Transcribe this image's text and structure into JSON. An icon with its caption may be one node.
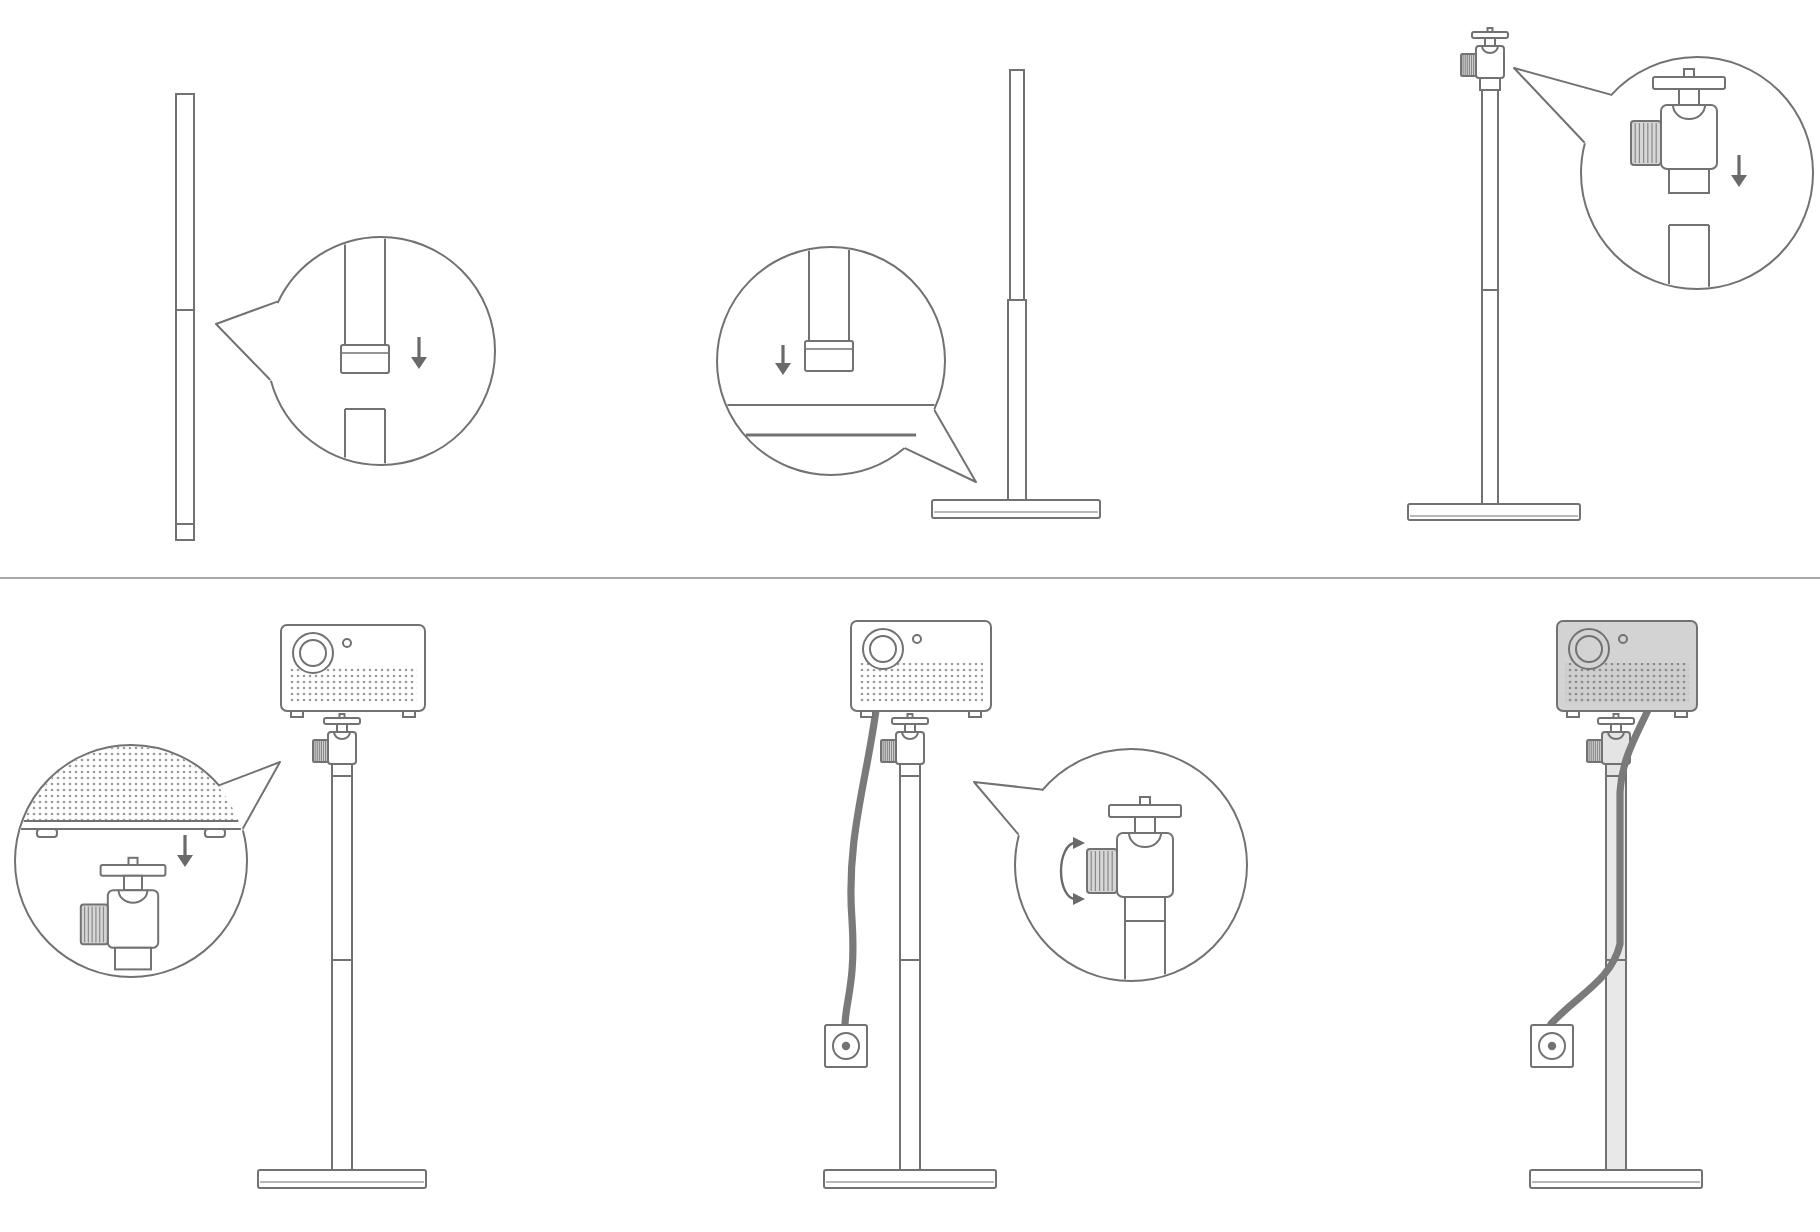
{
  "diagram": {
    "nodes": [
      {
        "text": [],
        "shape": "circle"
      },
      {
        "text": [],
        "shape": "circle"
      },
      {
        "text": [],
        "shape": "circle"
      },
      {
        "text": [],
        "shape": "picture"
      },
      {
        "text": [],
        "shape": "circle"
      },
      {
        "text": [],
        "shape": "picture"
      },
      {
        "text": [],
        "shape": "picture"
      },
      {
        "text": [],
        "shape": "circle"
      },
      {
        "text": [],
        "shape": "picture"
      },
      {
        "text": [],
        "shape": "picture"
      }
    ],
    "edges": [
      {
        "from": 0,
        "to": null,
        "arrow": "none"
      },
      {
        "from": 1,
        "to": null,
        "arrow": "none"
      },
      {
        "from": 2,
        "to": null,
        "arrow": "none"
      },
      {
        "from": 4,
        "to": null,
        "arrow": "none"
      },
      {
        "from": 5,
        "to": 6,
        "arrow": "none",
        "style": "thick"
      },
      {
        "from": 7,
        "to": null,
        "arrow": "none"
      },
      {
        "from": 8,
        "to": 9,
        "arrow": "none",
        "style": "thick"
      }
    ]
  }
}
